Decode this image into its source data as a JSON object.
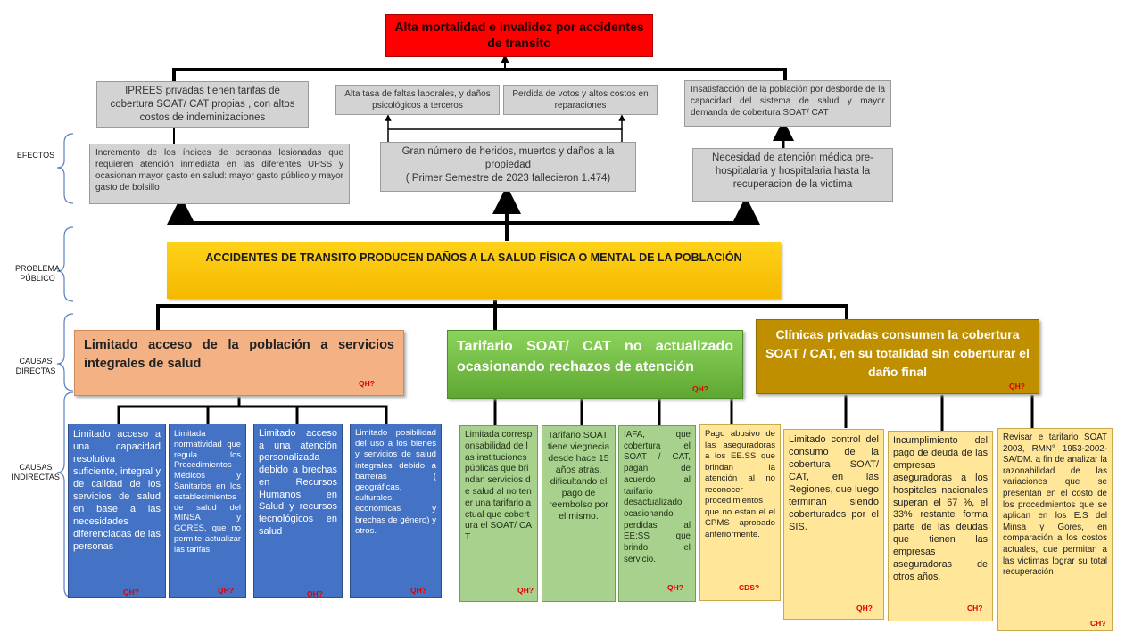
{
  "title": "Alta mortalidad e invalidez por accidentes de transito",
  "side_labels": {
    "efectos": "EFECTOS",
    "problema": "PROBLEMA PÚBLICO",
    "causas_directas": "CAUSAS DIRECTAS",
    "causas_indirectas": "CAUSAS INDIRECTAS"
  },
  "effects_top": [
    "IPREES privadas tienen tarifas de cobertura SOAT/ CAT propias , con altos costos de indeminizaciones",
    "Alta tasa de faltas laborales, y daños psicológicos a terceros",
    "Perdida de votos y altos costos en reparaciones",
    "Insatisfacción de la población por desborde de la capacidad del sistema de salud y mayor demanda de cobertura SOAT/ CAT"
  ],
  "effects_mid": [
    "Incremento de los índices de personas lesionadas que requieren atención inmediata en las diferentes UPSS y ocasionan mayor gasto en salud: mayor gasto público y mayor gasto de bolsillo",
    "Gran número de heridos, muertos y daños a la propiedad",
    "( Primer Semestre de 2023 fallecieron 1.474)",
    "Necesidad de atención médica pre-hospitalaria y hospitalaria hasta la recuperacion de la victima"
  ],
  "problem": "ACCIDENTES DE TRANSITO  PRODUCEN DAÑOS A LA SALUD FÍSICA O MENTAL  DE LA POBLACIÓN",
  "direct_causes": [
    {
      "text": "Limitado acceso de la población a servicios integrales de salud",
      "tag": "QH?"
    },
    {
      "text": "Tarifario SOAT/ CAT no actualizado ocasionando rechazos de atención",
      "tag": "QH?"
    },
    {
      "text": "Clínicas privadas consumen la cobertura SOAT / CAT, en su totalidad sin coberturar el daño final",
      "tag": "QH?"
    }
  ],
  "indirect_causes": [
    {
      "text": "Limitado acceso a una capacidad resolutiva suficiente, integral y de calidad de los servicios de salud en base a las necesidades diferenciadas de las personas",
      "tag": "QH?"
    },
    {
      "text": "Limitada normatividad que regula los Procedimientos Médicos y Sanitarios en los establecimientos de salud del MINSA y GORES, que no permite actualizar las tarifas.",
      "tag": "QH?"
    },
    {
      "text": "Limitado acceso a una atención personalizada debido a brechas en Recursos Humanos en Salud y recursos tecnológicos en salud",
      "tag": "QH?"
    },
    {
      "text": "Limitado posibilidad del uso a los bienes y servicios de salud integrales debido a barreras ( geográficas, culturales, económicas y brechas de género) y otros.",
      "tag": "QH?"
    },
    {
      "text": "Limitada corresponsabilidad de las instituciones públicas que brindan servicios de salud al no tener una tarifario actual que cobertura el SOAT/ CAT",
      "tag": "QH?"
    },
    {
      "text": "Tarifario SOAT, tiene viegnecia desde hace 15 años atrás, dificultando el pago de reembolso por el mismo.",
      "tag": ""
    },
    {
      "text": "IAFA, que cobertura el SOAT / CAT, pagan de acuerdo al tarifario desactualizado ocasionando perdidas al EE:SS que brindo el servicio.",
      "tag": "QH?"
    },
    {
      "text": "Pago abusivo de las aseguradoras a los EE.SS que brindan la atención al no reconocer procedimientos que no estan el el CPMS aprobado anteriormente.",
      "tag": "CDS?"
    },
    {
      "text": "Limitado control del consumo de la cobertura SOAT/ CAT, en las Regiones, que luego terminan siendo coberturados por el SIS.",
      "tag": "QH?"
    },
    {
      "text": "Incumplimiento del pago de deuda de las empresas aseguradoras a los hospitales nacionales superan el 67 %, el 33% restante forma parte de las deudas que tienen las empresas aseguradoras de otros años.",
      "tag": "CH?"
    },
    {
      "text": "Revisar e tarifario SOAT 2003, RMN° 1953-2002-SA/DM. a fin de analizar la razonabilidad de las variaciones que se presentan en el costo de los procedmientos que se aplican en los E.S del Minsa y Gores, en comparación a los costos actuales, que permitan a las victimas lograr su total recuperación",
      "tag": "CH?"
    }
  ],
  "colors": {
    "title": "#ff0000",
    "problem": "#ffc000",
    "direct_orange": "#f4b183",
    "direct_green": "#70ad47",
    "direct_gold": "#bf8f00",
    "indirect_blue": "#4472c4",
    "indirect_green": "#a9d18e",
    "indirect_yellow": "#ffe699",
    "effects_gray": "#d3d3d3"
  }
}
